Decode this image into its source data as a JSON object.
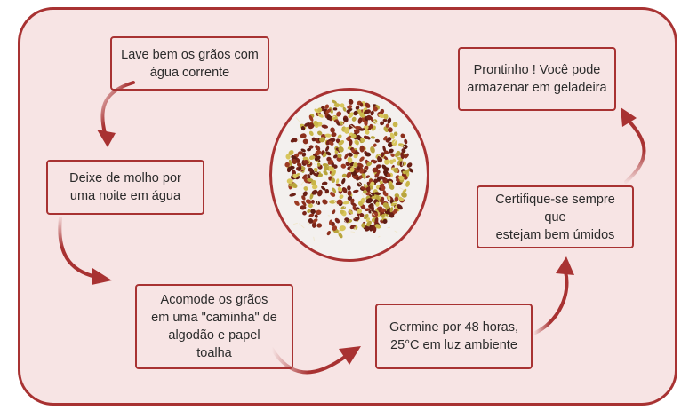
{
  "colors": {
    "accent": "#a83232",
    "background": "#f7e4e4",
    "text": "#2b2b2b"
  },
  "steps": [
    {
      "lines": [
        "Lave bem os grãos com",
        "água corrente"
      ]
    },
    {
      "lines": [
        "Deixe de molho por",
        "uma noite em água"
      ]
    },
    {
      "lines": [
        "Acomode os grãos",
        "em uma \"caminha\" de",
        "algodão e papel",
        "toalha"
      ]
    },
    {
      "lines": [
        "Germine por 48 horas,",
        "25°C em luz ambiente"
      ]
    },
    {
      "lines": [
        "Certifique-se sempre que",
        "estejam bem úmidos"
      ]
    },
    {
      "lines": [
        "Prontinho ! Você pode",
        "armazenar em geladeira"
      ]
    }
  ],
  "photo": {
    "icon": "sprouted-seeds-photo"
  }
}
